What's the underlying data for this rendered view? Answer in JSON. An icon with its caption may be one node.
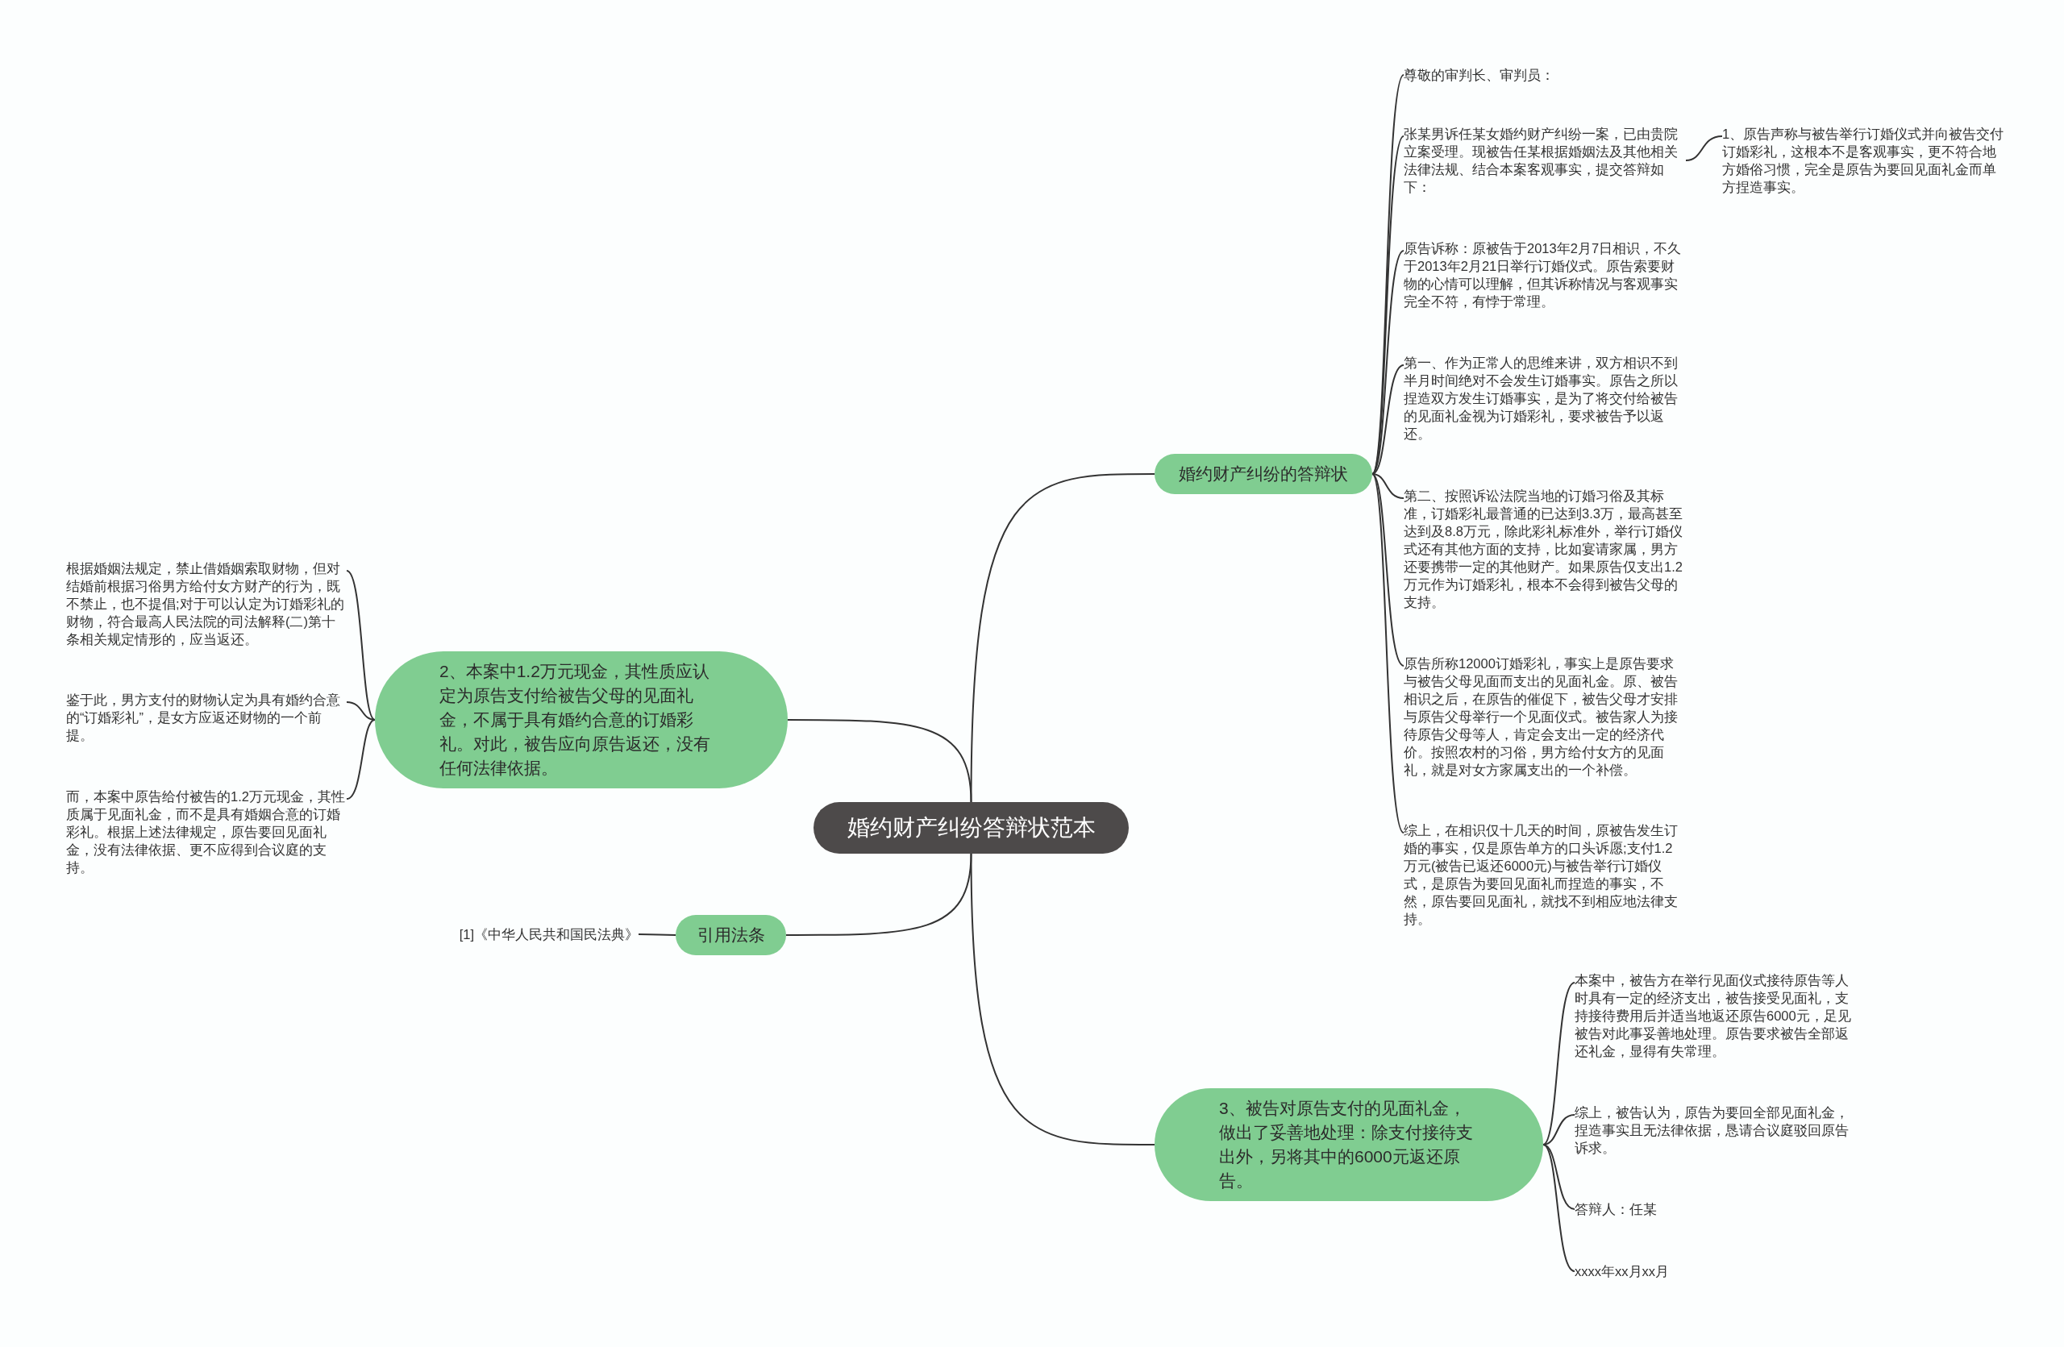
{
  "diagram": {
    "nodes": [
      {
        "text": [
          "婚约财产纠纷答辩状范本"
        ]
      },
      {
        "text": [
          "婚约财产纠纷的答辩状"
        ]
      },
      {
        "text": [
          "尊敬的审判长、审判员："
        ]
      },
      {
        "text": [
          "张某男诉任某女婚约财产纠纷一案，已由贵院立案受理。现被告任某根据婚姻法及其他相关法律法规、结合本案客观事实，提交答辩如下："
        ]
      },
      {
        "text": [
          "原告诉称：原被告于2013年2月7日相识，不久于2013年2月21日举行订婚仪式。原告索要财物的心情可以理解，但其诉称情况与客观事实完全不符，有悖于常理。"
        ]
      },
      {
        "text": [
          "第一、作为正常人的思维来讲，双方相识不到半月时间绝对不会发生订婚事实。原告之所以捏造双方发生订婚事实，是为了将交付给被告的见面礼金视为订婚彩礼，要求被告予以返还。"
        ]
      },
      {
        "text": [
          "第二、按照诉讼法院当地的订婚习俗及其标准，订婚彩礼最普通的已达到3.3万，最高甚至达到及8.8万元，除此彩礼标准外，举行订婚仪式还有其他方面的支持，比如宴请家属，男方还要携带一定的其他财产。如果原告仅支出1.2万元作为订婚彩礼，根本不会得到被告父母的支持。"
        ]
      },
      {
        "text": [
          "原告所称12000订婚彩礼，事实上是原告要求与被告父母见面而支出的见面礼金。原、被告相识之后，在原告的催促下，被告父母才安排与原告父母举行一个见面仪式。被告家人为接待原告父母等人，肯定会支出一定的经济代价。按照农村的习俗，男方给付女方的见面礼，就是对女方家属支出的一个补偿。"
        ]
      },
      {
        "text": [
          "综上，在相识仅十几天的时间，原被告发生订婚的事实，仅是原告单方的口头诉愿;支付1.2万元(被告已返还6000元)与被告举行订婚仪式，是原告为要回见面礼而捏造的事实，不然，原告要回见面礼，就找不到相应地法律支持。"
        ]
      },
      {
        "text": [
          "1、原告声称与被告举行订婚仪式并向被告交付订婚彩礼，这根本不是客观事实，更不符合地方婚俗习惯，完全是原告为要回见面礼金而单方捏造事实。"
        ]
      },
      {
        "text": [
          "2、本案中1.2万元现金，其性质应认定为原告支付给被告父母的见面礼金，不属于具有婚约合意的订婚彩礼。对此，被告应向原告返还，没有任何法律依据。"
        ]
      },
      {
        "text": [
          "根据婚姻法规定，禁止借婚姻索取财物，但对结婚前根据习俗男方给付女方财产的行为，既不禁止，也不提倡;对于可以认定为订婚彩礼的财物，符合最高人民法院的司法解释(二)第十条相关规定情形的，应当返还。"
        ]
      },
      {
        "text": [
          "鉴于此，男方支付的财物认定为具有婚约合意的“订婚彩礼”，是女方应返还财物的一个前提。"
        ]
      },
      {
        "text": [
          "而，本案中原告给付被告的1.2万元现金，其性质属于见面礼金，而不是具有婚姻合意的订婚彩礼。根据上述法律规定，原告要回见面礼金，没有法律依据、更不应得到合议庭的支持。"
        ]
      },
      {
        "text": [
          "引用法条"
        ]
      },
      {
        "text": [
          "[1]《中华人民共和国民法典》"
        ]
      },
      {
        "text": [
          "3、被告对原告支付的见面礼金，做出了妥善地处理：除支付接待支出外，另将其中的6000元返还原告。"
        ]
      },
      {
        "text": [
          "本案中，被告方在举行见面仪式接待原告等人时具有一定的经济支出，被告接受见面礼，支持接待费用后并适当地返还原告6000元，足见被告对此事妥善地处理。原告要求被告全部返还礼金，显得有失常理。"
        ]
      },
      {
        "text": [
          "综上，被告认为，原告为要回全部见面礼金，捏造事实且无法律依据，恳请合议庭驳回原告诉求。"
        ]
      },
      {
        "text": [
          "答辩人：任某"
        ]
      },
      {
        "text": [
          "xxxx年xx月xx月"
        ]
      }
    ],
    "edges": [
      {
        "from": 0,
        "to": 1,
        "arrow": "none"
      },
      {
        "from": 1,
        "to": 2,
        "arrow": "none"
      },
      {
        "from": 1,
        "to": 3,
        "arrow": "none"
      },
      {
        "from": 1,
        "to": 4,
        "arrow": "none"
      },
      {
        "from": 1,
        "to": 5,
        "arrow": "none"
      },
      {
        "from": 1,
        "to": 6,
        "arrow": "none"
      },
      {
        "from": 1,
        "to": 7,
        "arrow": "none"
      },
      {
        "from": 1,
        "to": 8,
        "arrow": "none"
      },
      {
        "from": 3,
        "to": 9,
        "arrow": "none"
      },
      {
        "from": 0,
        "to": 10,
        "arrow": "none"
      },
      {
        "from": 10,
        "to": 11,
        "arrow": "none"
      },
      {
        "from": 10,
        "to": 12,
        "arrow": "none"
      },
      {
        "from": 10,
        "to": 13,
        "arrow": "none"
      },
      {
        "from": 0,
        "to": 14,
        "arrow": "none"
      },
      {
        "from": 14,
        "to": 15,
        "arrow": "none"
      },
      {
        "from": 0,
        "to": 16,
        "arrow": "none"
      },
      {
        "from": 16,
        "to": 17,
        "arrow": "none"
      },
      {
        "from": 16,
        "to": 18,
        "arrow": "none"
      },
      {
        "from": 16,
        "to": 19,
        "arrow": "none"
      },
      {
        "from": 16,
        "to": 20,
        "arrow": "none"
      }
    ]
  }
}
